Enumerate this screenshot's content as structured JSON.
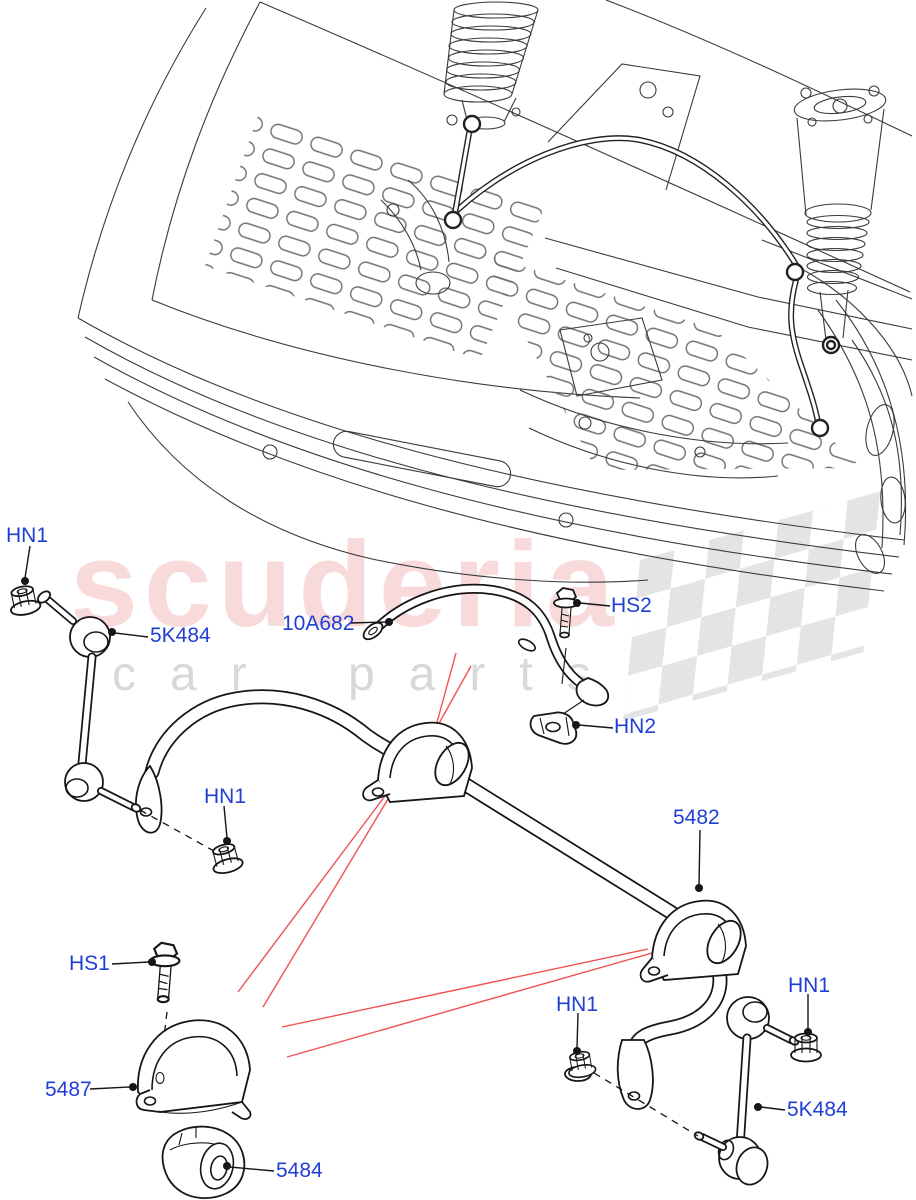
{
  "watermark": {
    "brand": "scuderia",
    "tagline": "car parts"
  },
  "callouts": [
    {
      "id": "hn1-top-left",
      "text": "HN1"
    },
    {
      "id": "5k484-left",
      "text": "5K484"
    },
    {
      "id": "10a682",
      "text": "10A682"
    },
    {
      "id": "hs2",
      "text": "HS2"
    },
    {
      "id": "hn2",
      "text": "HN2"
    },
    {
      "id": "hn1-mid-left",
      "text": "HN1"
    },
    {
      "id": "5482",
      "text": "5482"
    },
    {
      "id": "hs1",
      "text": "HS1"
    },
    {
      "id": "hn1-bottom-mid",
      "text": "HN1"
    },
    {
      "id": "hn1-bottom-right",
      "text": "HN1"
    },
    {
      "id": "5k484-right",
      "text": "5K484"
    },
    {
      "id": "5487",
      "text": "5487"
    },
    {
      "id": "5484",
      "text": "5484"
    }
  ],
  "colors": {
    "label": "#1f3fd4",
    "pointer": "#f25050",
    "brand": "#f9dada",
    "tagline": "#d8d8d8",
    "checker": "#e4e4e4",
    "line_art": "#3a3a3a",
    "part_line": "#161616"
  }
}
